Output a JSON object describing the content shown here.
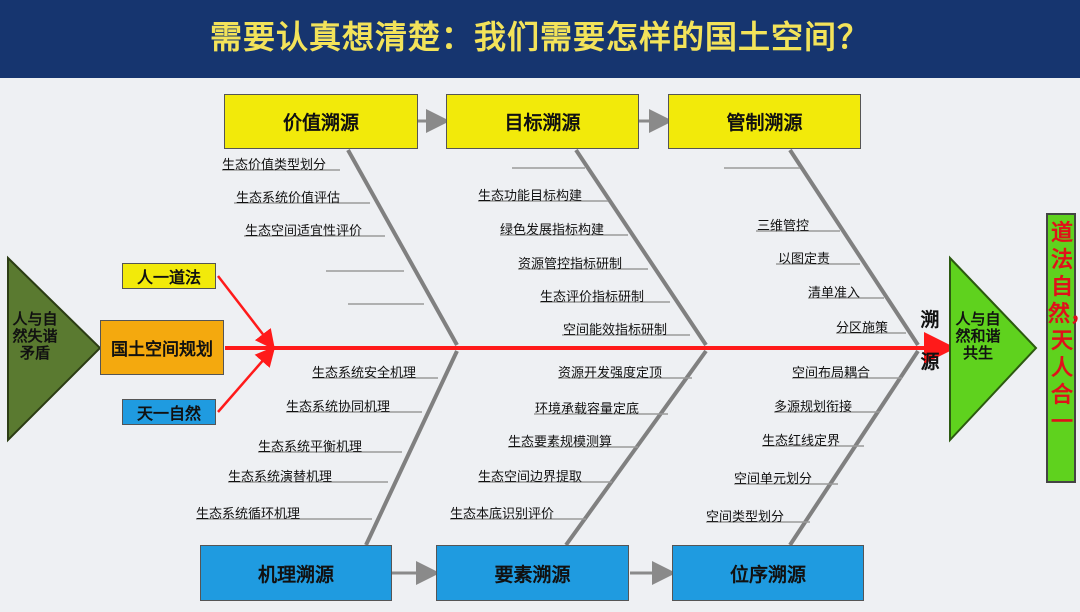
{
  "title": "需要认真想清楚：我们需要怎样的国土空间？",
  "colors": {
    "header": "#16356f",
    "title": "#f3e35a",
    "yellow": "#f2ea0a",
    "blue": "#1f9be0",
    "orange": "#f4a90e",
    "spine": "#ff1a1a",
    "bone": "#808080",
    "green": "#5fd21e"
  },
  "top_boxes": [
    "价值溯源",
    "目标溯源",
    "管制溯源"
  ],
  "bottom_boxes": [
    "机理溯源",
    "要素溯源",
    "位序溯源"
  ],
  "left_triangle": "人与自然失谐矛盾",
  "center_box": "国土空间规划",
  "input_top": "人一道法",
  "input_bottom": "天一自然",
  "right_label": "溯源",
  "right_triangle": "人与自然和谐共生",
  "side_banner": "道法自然，天人合一",
  "branch1_top": [
    "生态价值类型划分",
    "生态系统价值评估",
    "生态空间适宜性评价"
  ],
  "branch2_top": [
    "生态功能目标构建",
    "绿色发展指标构建",
    "资源管控指标研制",
    "生态评价指标研制",
    "空间能效指标研制"
  ],
  "branch3_top": [
    "三维管控",
    "以图定责",
    "清单准入",
    "分区施策"
  ],
  "branch1_bottom": [
    "生态系统安全机理",
    "生态系统协同机理",
    "生态系统平衡机理",
    "生态系统演替机理",
    "生态系统循环机理"
  ],
  "branch2_bottom": [
    "资源开发强度定顶",
    "环境承载容量定底",
    "生态要素规模测算",
    "生态空间边界提取",
    "生态本底识别评价"
  ],
  "branch3_bottom": [
    "空间布局耦合",
    "多源规划衔接",
    "生态红线定界",
    "空间单元划分",
    "空间类型划分"
  ]
}
